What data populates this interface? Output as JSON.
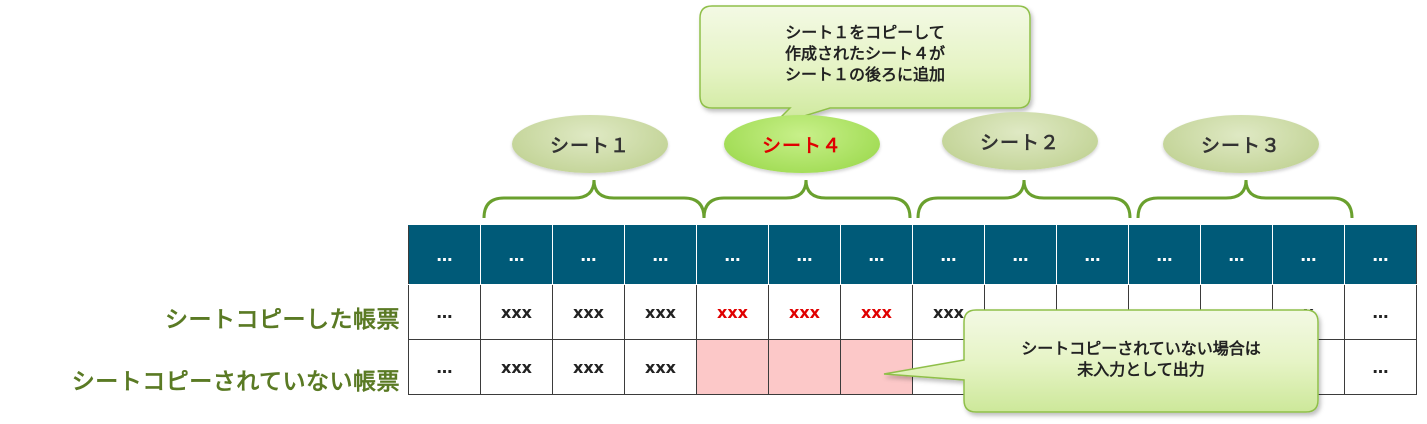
{
  "callout_top": {
    "lines": [
      "シート１をコピーして",
      "作成されたシート４が",
      "シート１の後ろに追加"
    ]
  },
  "callout_bottom": {
    "lines": [
      "シートコピーされていない場合は",
      "未入力として出力"
    ]
  },
  "sheets": [
    {
      "label": "シート１"
    },
    {
      "label": "シート４"
    },
    {
      "label": "シート２"
    },
    {
      "label": "シート３"
    }
  ],
  "row_labels": {
    "copied": "シートコピーした帳票",
    "not_copied": "シートコピーされていない帳票"
  },
  "table": {
    "header": [
      "…",
      "…",
      "…",
      "…",
      "…",
      "…",
      "…",
      "…",
      "…",
      "…",
      "…",
      "…",
      "…",
      "…"
    ],
    "row_copied": [
      "…",
      "xxx",
      "xxx",
      "xxx",
      "xxx",
      "xxx",
      "xxx",
      "xxx",
      "",
      "",
      "",
      "",
      "x",
      "…"
    ],
    "row_not_copied": [
      "…",
      "xxx",
      "xxx",
      "xxx",
      "",
      "",
      "",
      "…",
      "",
      "",
      "",
      "",
      "x",
      "…"
    ]
  },
  "colors": {
    "header_fill": "#005a78",
    "highlight_text": "#e00000",
    "empty_cell_fill": "#fcc8c8",
    "label_green": "#5a7a24",
    "brace_green": "#6aa02e"
  }
}
